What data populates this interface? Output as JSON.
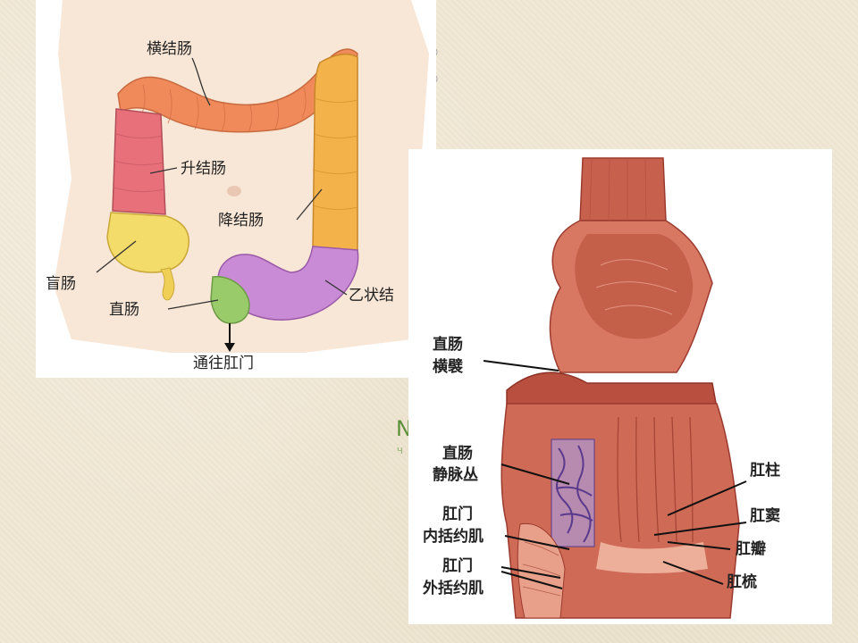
{
  "slide": {
    "bullet_1": "○",
    "bullet_2": "○",
    "background_fragment": "N",
    "background_fragment_sub": "Ч"
  },
  "colon_figure": {
    "labels": {
      "transverse": "横结肠",
      "ascending": "升结肠",
      "descending": "降结肠",
      "cecum": "盲肠",
      "rectum": "直肠",
      "sigmoid": "乙状结",
      "to_anus": "通往肛门"
    },
    "colors": {
      "transverse": "#f08a5a",
      "ascending": "#e8707a",
      "descending": "#f4b24a",
      "cecum": "#f4dc6a",
      "sigmoid": "#c98ad6",
      "rectum": "#9acb6a",
      "skin": "#f7e3d2"
    }
  },
  "rectum_figure": {
    "labels": {
      "rectal_fold_line1": "直肠",
      "rectal_fold_line2": "横襞",
      "venous_plexus_line1": "直肠",
      "venous_plexus_line2": "静脉丛",
      "internal_sphincter_line1": "肛门",
      "internal_sphincter_line2": "内括约肌",
      "external_sphincter_line1": "肛门",
      "external_sphincter_line2": "外括约肌",
      "anal_column": "肛柱",
      "anal_sinus": "肛窦",
      "anal_valve": "肛瓣",
      "pectinate_line": "肛梳"
    },
    "colors": {
      "tissue": "#c8604e",
      "tissue_dark": "#9b3a2e",
      "tissue_light": "#e79a84",
      "veins": "#5a3a8c"
    }
  }
}
